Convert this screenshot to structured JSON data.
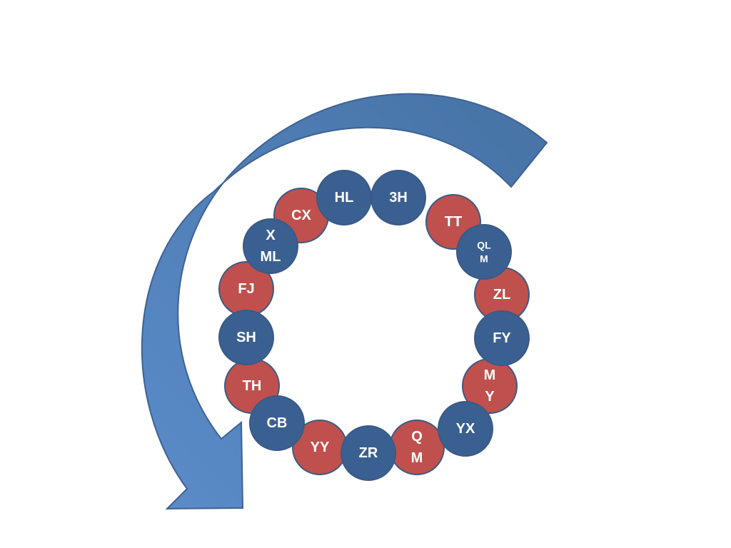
{
  "colors": {
    "red_node": "#c0504d",
    "blue_node": "#3a5f91",
    "node_border": "#3a5a85",
    "arrow_light": "#5b8cc9",
    "arrow_dark": "#4672a4",
    "arrow_border": "#3f6292"
  },
  "nodes": [
    {
      "id": "hl",
      "label": [
        "HL"
      ],
      "color": "blue"
    },
    {
      "id": "3h",
      "label": [
        "3H"
      ],
      "color": "blue"
    },
    {
      "id": "tt",
      "label": [
        "TT"
      ],
      "color": "red"
    },
    {
      "id": "qlm",
      "label": [
        "QL",
        "M"
      ],
      "color": "blue"
    },
    {
      "id": "zl",
      "label": [
        "ZL"
      ],
      "color": "red"
    },
    {
      "id": "fy",
      "label": [
        "FY"
      ],
      "color": "blue"
    },
    {
      "id": "my",
      "label": [
        "M",
        "Y"
      ],
      "color": "red"
    },
    {
      "id": "yx",
      "label": [
        "YX"
      ],
      "color": "blue"
    },
    {
      "id": "qm",
      "label": [
        "Q",
        "M"
      ],
      "color": "red"
    },
    {
      "id": "zr",
      "label": [
        "ZR"
      ],
      "color": "blue"
    },
    {
      "id": "yy",
      "label": [
        "YY"
      ],
      "color": "red"
    },
    {
      "id": "cb",
      "label": [
        "CB"
      ],
      "color": "blue"
    },
    {
      "id": "th",
      "label": [
        "TH"
      ],
      "color": "red"
    },
    {
      "id": "sh",
      "label": [
        "SH"
      ],
      "color": "blue"
    },
    {
      "id": "fj",
      "label": [
        "FJ"
      ],
      "color": "red"
    },
    {
      "id": "xml",
      "label": [
        "X",
        "ML"
      ],
      "color": "blue"
    },
    {
      "id": "cx",
      "label": [
        "CX"
      ],
      "color": "red"
    }
  ]
}
